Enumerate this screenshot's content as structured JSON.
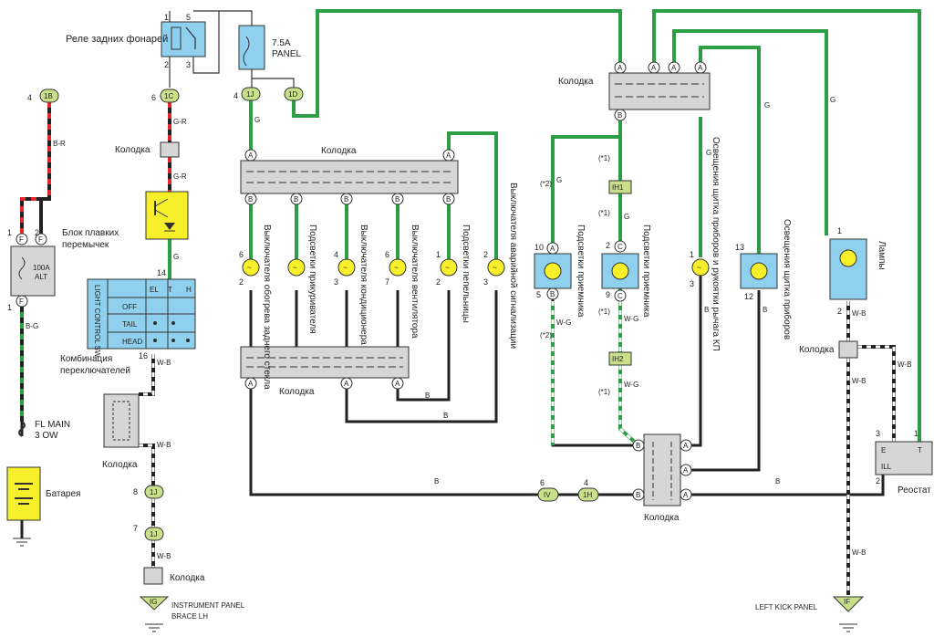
{
  "labels": {
    "relay": "Реле задних фонарей",
    "fuse_panel": "7.5A\nPANEL",
    "fuse_panel_l1": "7.5A",
    "fuse_panel_l2": "PANEL",
    "fuse_block": "Блок плавких\nперемычек",
    "fuse_block_l1": "Блок плавких",
    "fuse_block_l2": "перемычек",
    "alt": "100A\nALT",
    "alt_l1": "100A",
    "alt_l2": "ALT",
    "fl_main": "FL MAIN\n3 OW",
    "fl_main_l1": "FL MAIN",
    "fl_main_l2": "3 OW",
    "battery": "Батарея",
    "combo_switch": "Комбинация\nпереключателей",
    "combo_l1": "Комбинация",
    "combo_l2": "переключателей",
    "light_control": "LIGHT CONTROL SW",
    "col_el": "EL",
    "col_t": "T",
    "col_h": "H",
    "row_off": "OFF",
    "row_tail": "TAIL",
    "row_head": "HEAD",
    "koladka": "Колодка",
    "instrument_panel": "INSTRUMENT PANEL\nBRACE LH",
    "instrument_l1": "INSTRUMENT PANEL",
    "instrument_l2": "BRACE LH",
    "left_kick": "LEFT KICK PANEL",
    "lamps": "Лампы",
    "rheostat": "Реостат",
    "ill": "ILL"
  },
  "vertical_labels": {
    "rear_window": "Выключателя обогрева\nзаднего стекла",
    "lighter": "Подсветки прикуривателя",
    "ac": "Выключателя кондиционера",
    "fan": "Выключателя вентилятора",
    "ashtray": "Подсветки пепельницы",
    "hazard": "Выключателя аварийной сигнализации",
    "receiver1": "Подсветки приемника",
    "receiver2": "Подсветки приемника",
    "cluster_gear": "Освещения щитка приборов и рукоятки рычага КП",
    "cluster": "Освещения щитка приборов"
  },
  "connectors": [
    "1B",
    "1C",
    "1J",
    "1D",
    "IH1",
    "IH2",
    "IV",
    "1H",
    "IG",
    "IF"
  ],
  "wire_codes": [
    "B-R",
    "G-R",
    "G",
    "B",
    "W-B",
    "W-G",
    "B-G",
    "(*1)",
    "(*2)"
  ],
  "pins": {
    "relay_1": "1",
    "relay_5": "5",
    "relay_2": "2",
    "relay_3": "3",
    "p4a": "4",
    "p6a": "6",
    "p4b": "4",
    "p14": "14",
    "p16": "16",
    "p8": "8",
    "p7": "7",
    "p1": "1",
    "p2": "2"
  },
  "colors": {
    "green_wire": "#2e9e46",
    "black_wire": "#222222",
    "red_stripe": "#e0282a",
    "blue_box": "#8fd0ef",
    "gray_box": "#d6d6d6",
    "yellow": "#f6ef2a",
    "connector_green": "#c9e08a"
  }
}
